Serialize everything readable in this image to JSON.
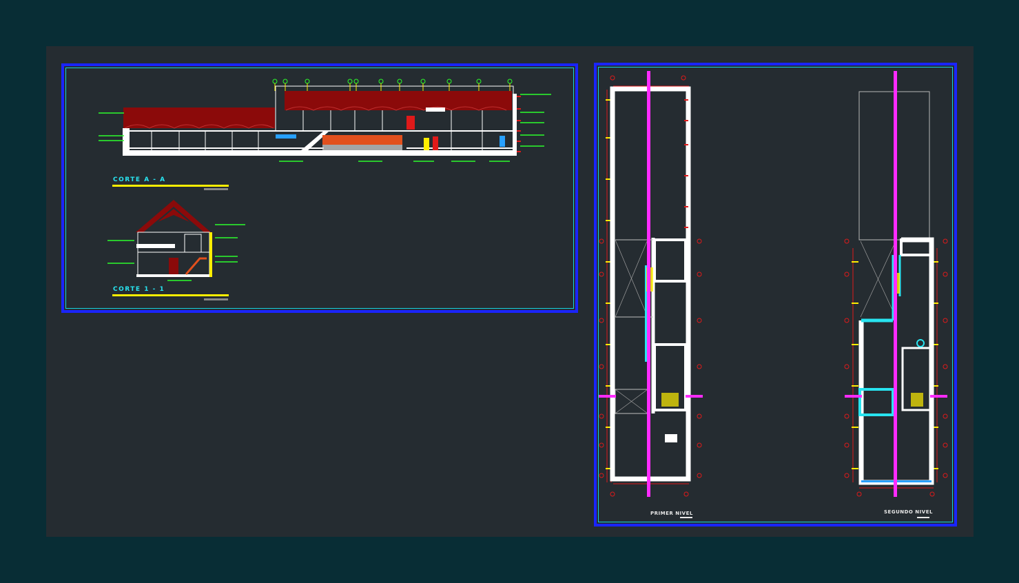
{
  "sections": {
    "corte_a_label": "CORTE A - A",
    "corte_1_label": "CORTE 1 - 1"
  },
  "plans": {
    "primer_nivel_label": "PRIMER NIVEL",
    "segundo_nivel_label": "SEGUNDO NIVEL"
  },
  "colors": {
    "background": "#082d35",
    "workspace": "#252c31",
    "sheet_border": "#1a24ff",
    "roof": "#8b0a0a",
    "walls": "#ffffff",
    "axis": "#ff2bff",
    "stairs": "#e2501d",
    "annotation": "#2cff2c",
    "dimension": "#e01a1a",
    "highlight": "#ffee00",
    "cyan": "#28e4f0"
  }
}
